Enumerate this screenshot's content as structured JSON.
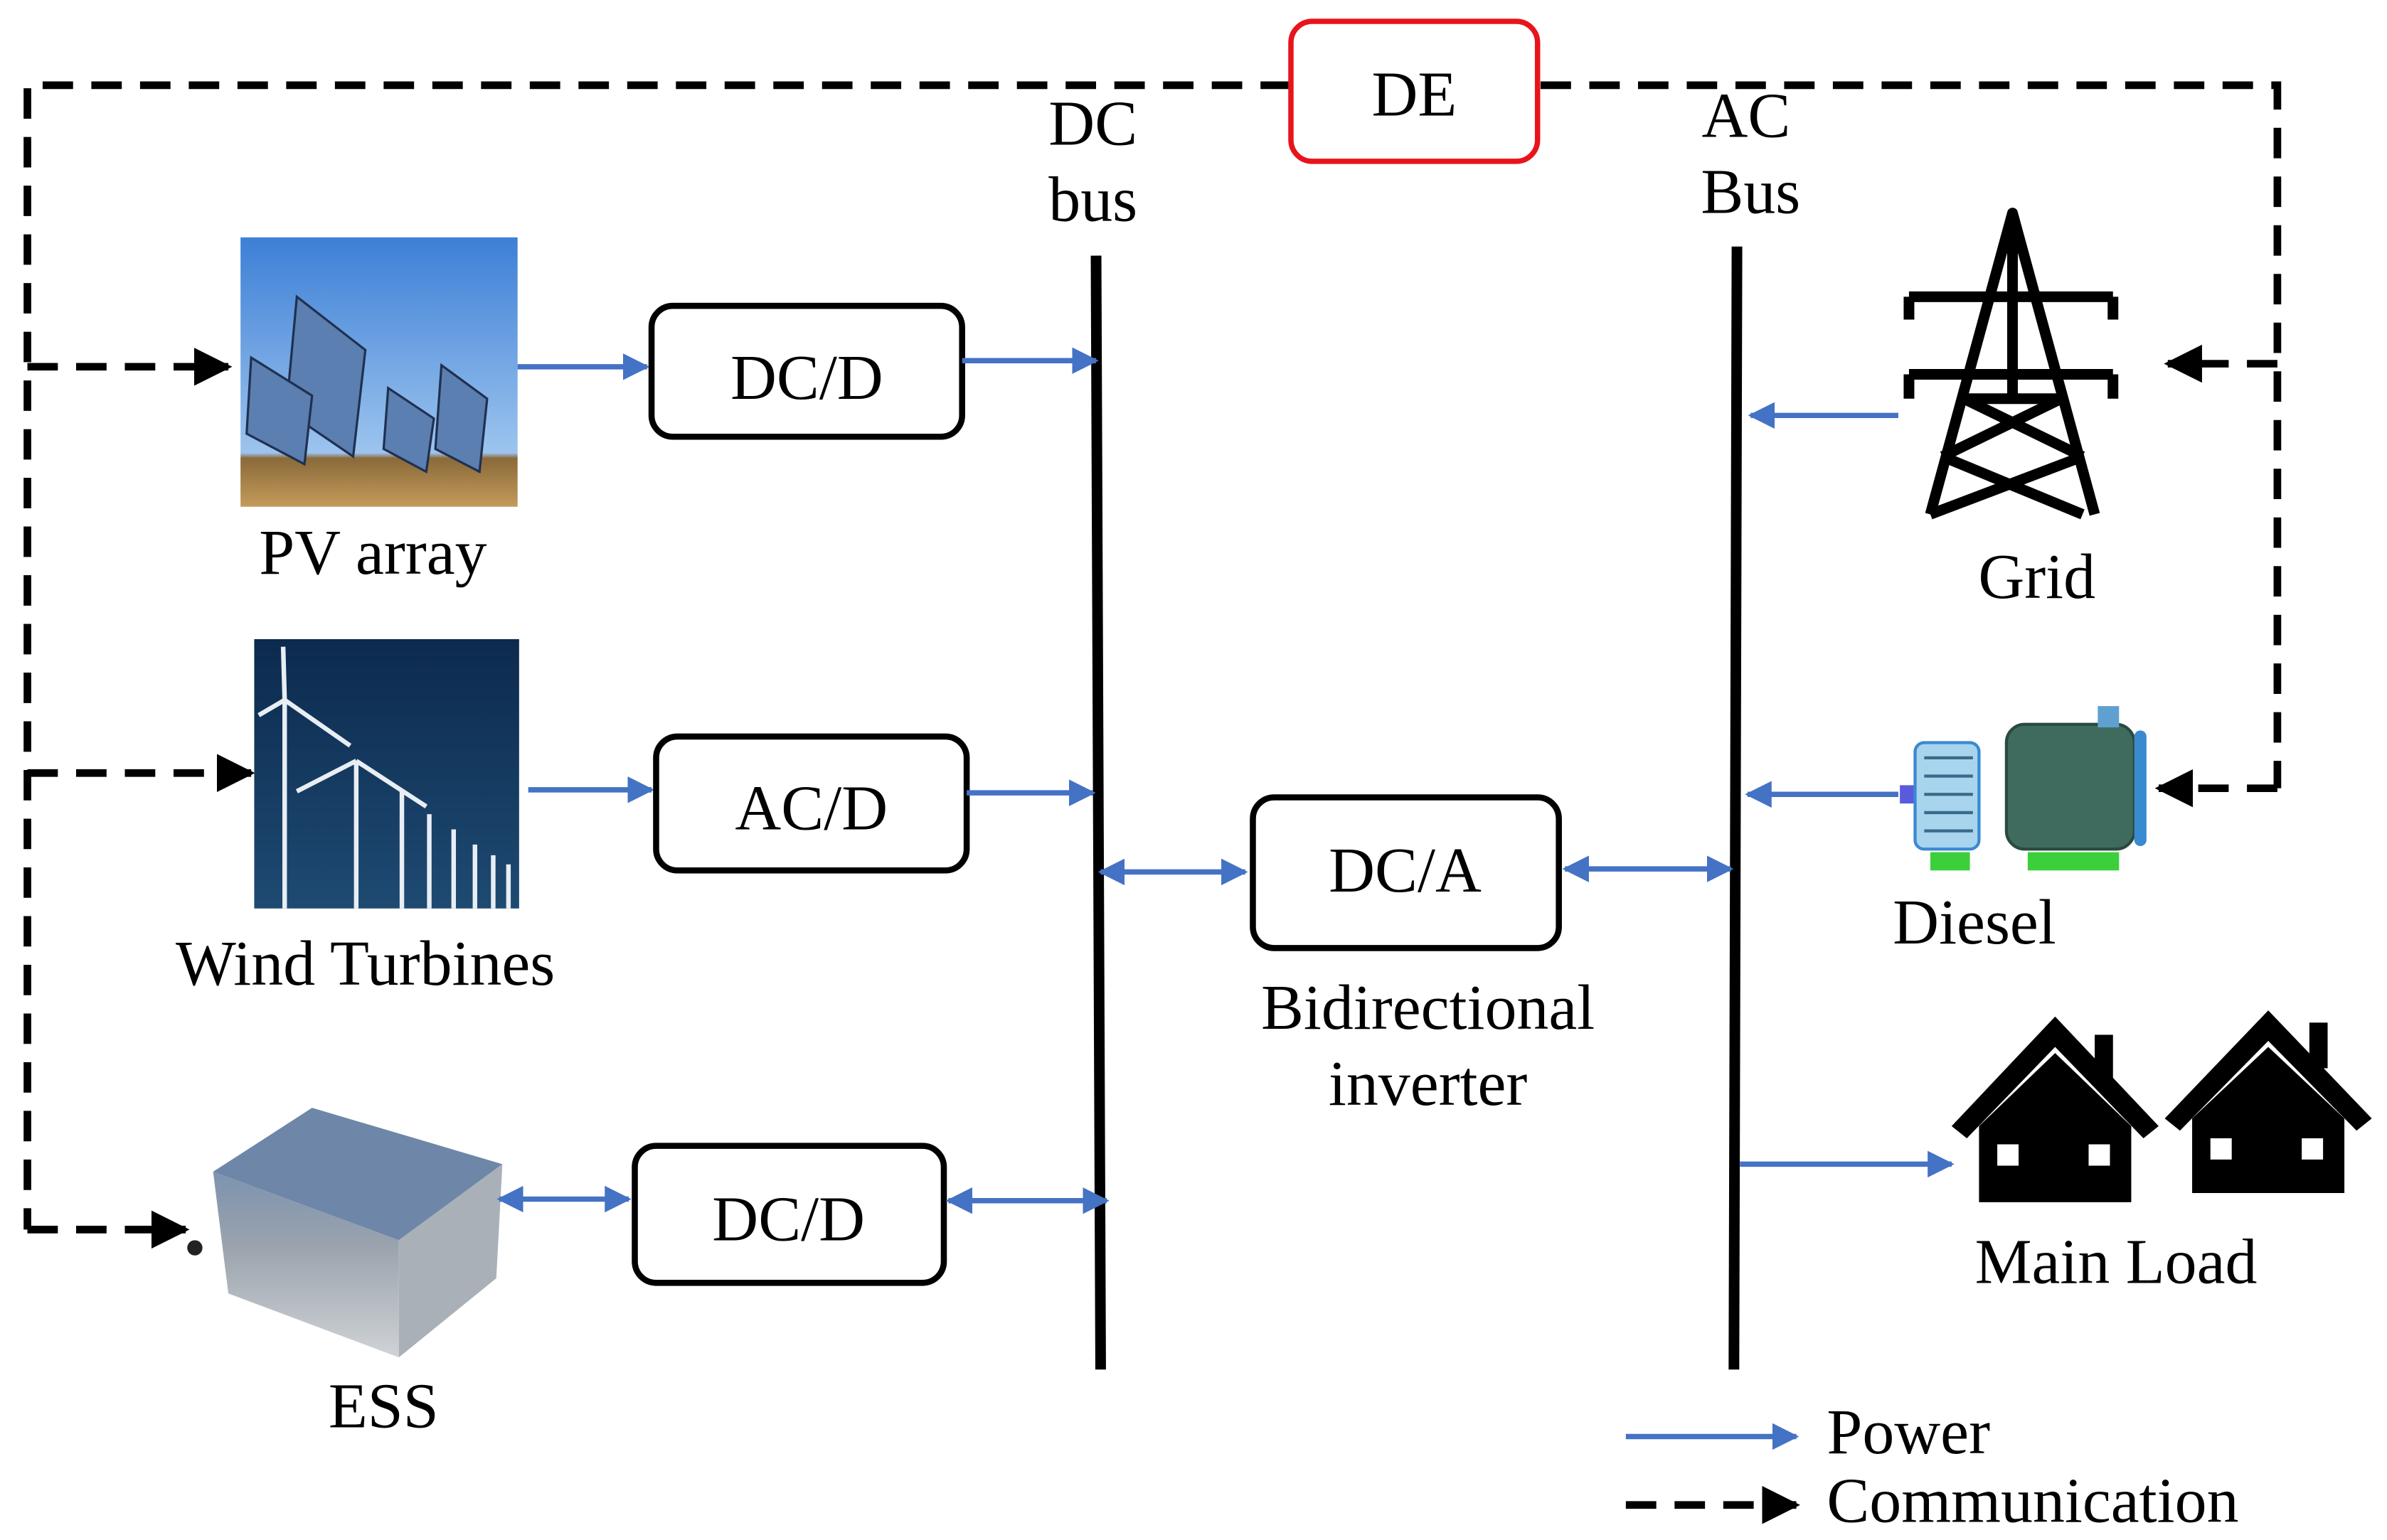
{
  "nodes": {
    "de": "DE",
    "dc_bus": [
      "DC",
      "bus"
    ],
    "ac_bus": [
      "AC",
      "Bus"
    ],
    "pv": "PV array",
    "wind": "Wind Turbines",
    "ess": "ESS",
    "grid": "Grid",
    "diesel": "Diesel",
    "load": "Main Load",
    "conv_pv": "DC/D",
    "conv_wind": "AC/D",
    "conv_ess": "DC/D",
    "inverter": "DC/A",
    "inverter_label": [
      "Bidirectional",
      "inverter"
    ]
  },
  "legend": {
    "power": "Power",
    "communication": "Communication"
  },
  "colors": {
    "power": "#4472c4",
    "communication": "#000000",
    "de_border": "#e8141b"
  }
}
